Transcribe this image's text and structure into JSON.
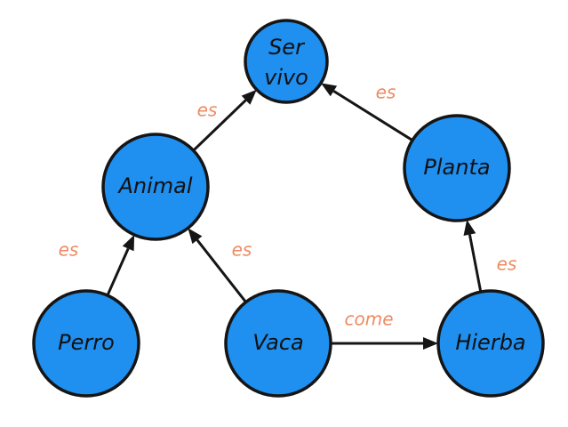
{
  "diagram": {
    "nodes": [
      {
        "id": "ser-vivo",
        "lines": [
          "Ser",
          "vivo"
        ]
      },
      {
        "id": "animal",
        "lines": [
          "Animal"
        ]
      },
      {
        "id": "planta",
        "lines": [
          "Planta"
        ]
      },
      {
        "id": "perro",
        "lines": [
          "Perro"
        ]
      },
      {
        "id": "vaca",
        "lines": [
          "Vaca"
        ]
      },
      {
        "id": "hierba",
        "lines": [
          "Hierba"
        ]
      }
    ],
    "edges": [
      {
        "id": "animal-to-ser-vivo",
        "from": "animal",
        "to": "ser-vivo",
        "label": "es"
      },
      {
        "id": "planta-to-ser-vivo",
        "from": "planta",
        "to": "ser-vivo",
        "label": "es"
      },
      {
        "id": "perro-to-animal",
        "from": "perro",
        "to": "animal",
        "label": "es"
      },
      {
        "id": "vaca-to-animal",
        "from": "vaca",
        "to": "animal",
        "label": "es"
      },
      {
        "id": "hierba-to-planta",
        "from": "hierba",
        "to": "planta",
        "label": "es"
      },
      {
        "id": "vaca-to-hierba",
        "from": "vaca",
        "to": "hierba",
        "label": "come"
      }
    ],
    "colors": {
      "node_fill": "#1f8ff0",
      "stroke": "#151515",
      "label": "#ee8b63",
      "background": "#ffffff"
    }
  }
}
